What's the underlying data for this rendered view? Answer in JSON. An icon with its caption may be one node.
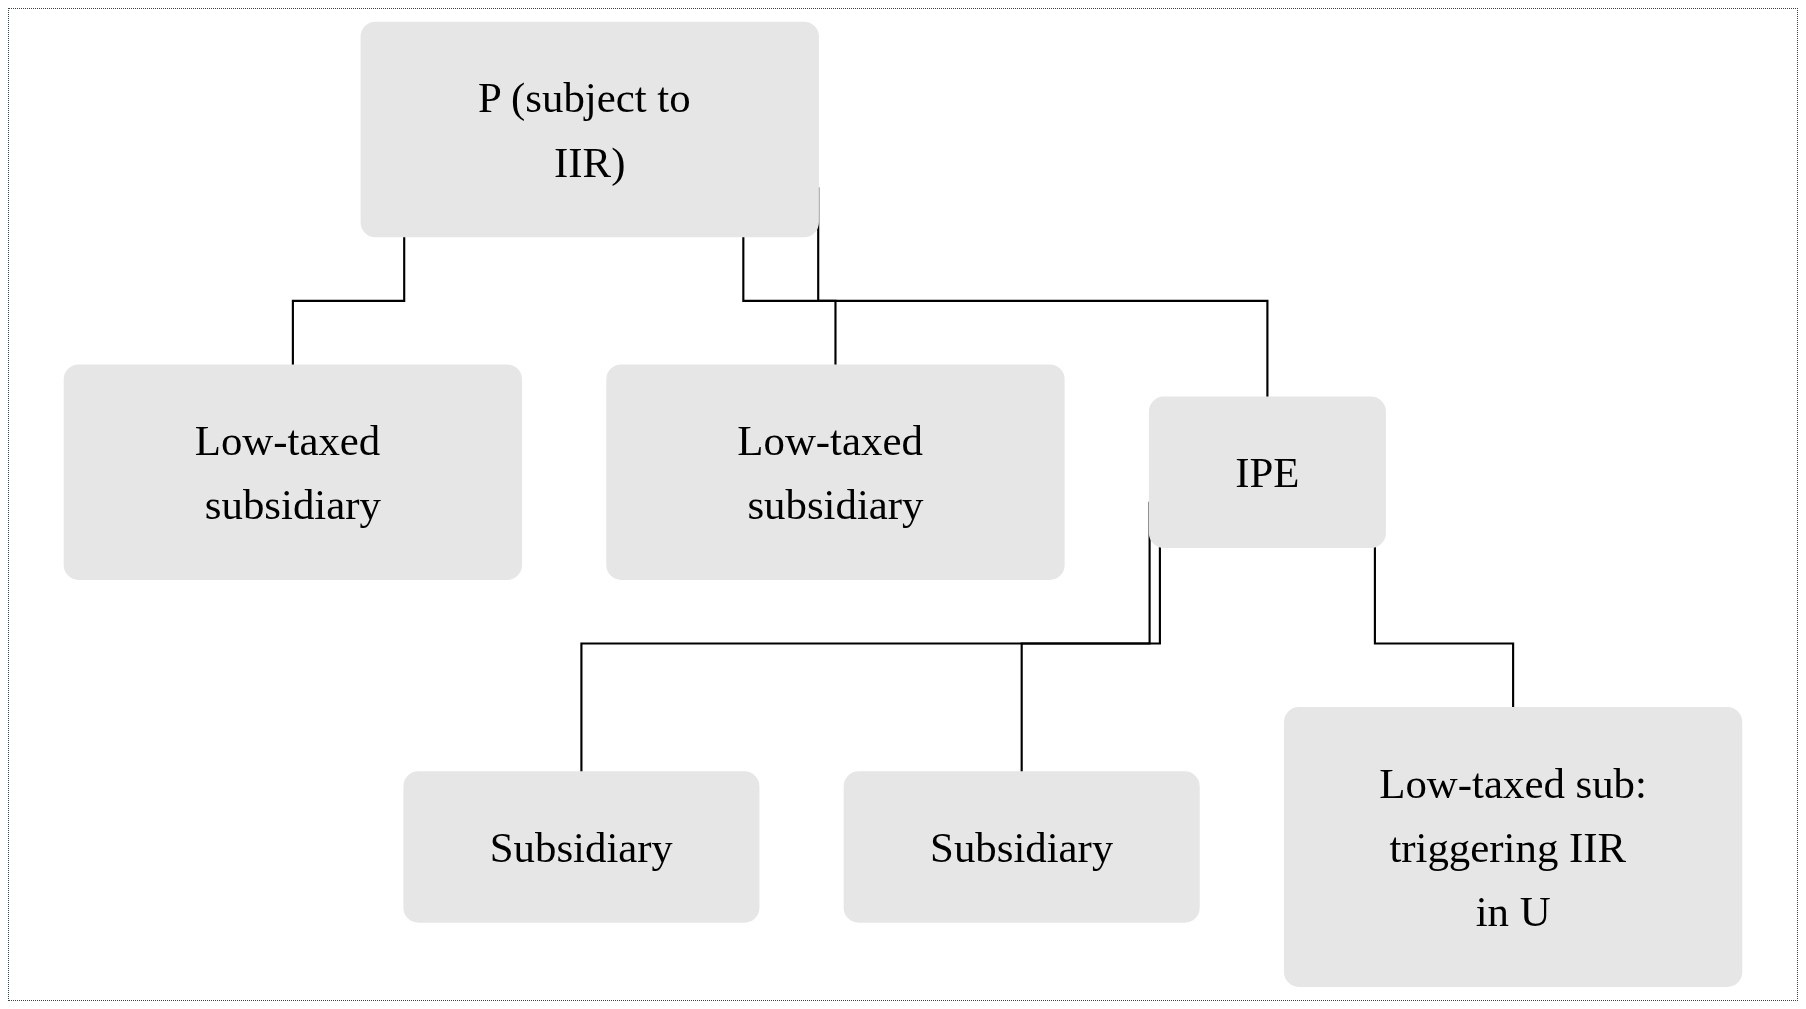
{
  "diagram": {
    "nodes": [
      {
        "text": [
          "P",
          "(subject to IIR)"
        ]
      },
      {
        "text": [
          "Low-taxed subsidiary"
        ]
      },
      {
        "text": [
          "Low-taxed subsidiary"
        ]
      },
      {
        "text": [
          "IPE"
        ]
      },
      {
        "text": [
          "Subsidiary"
        ]
      },
      {
        "text": [
          "Subsidiary"
        ]
      },
      {
        "text": [
          "Low-taxed sub:",
          "triggering IIR in U"
        ]
      }
    ],
    "edges": [
      {
        "from": 0,
        "to": 1,
        "arrow": "none"
      },
      {
        "from": 0,
        "to": 3,
        "arrow": "none"
      },
      {
        "from": 0,
        "to": 2,
        "arrow": "none"
      },
      {
        "from": 3,
        "to": 4,
        "arrow": "none"
      },
      {
        "from": 3,
        "to": 5,
        "arrow": "none"
      },
      {
        "from": 3,
        "to": 6,
        "arrow": "none"
      }
    ]
  }
}
